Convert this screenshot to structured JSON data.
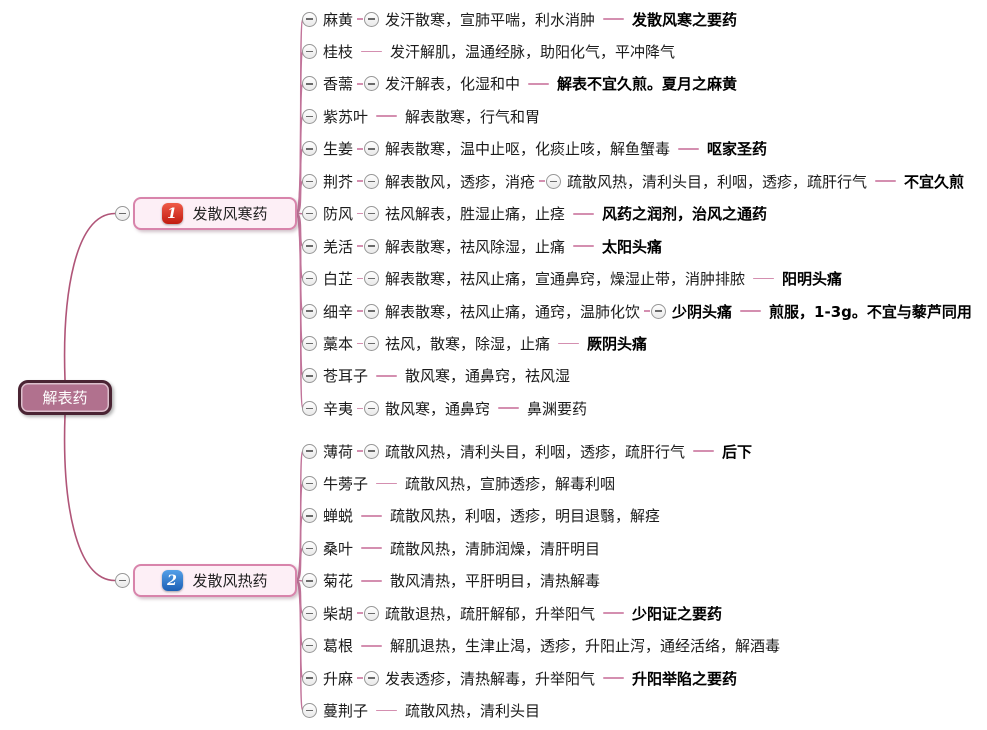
{
  "colors": {
    "background": "#ffffff",
    "root-fill": "#b1718e",
    "root-border": "#4a2433",
    "branch-fill": "#fdeff6",
    "branch-border": "#d884ab",
    "badge-1": "#d9251c",
    "badge-2": "#2f6fc4",
    "curve": "#b05578",
    "fan": "#c17399",
    "dash": "#d48fb0",
    "icon-border": "#979797",
    "icon-glyph": "#6a6a6a",
    "text": "#1b1b1b",
    "bold-text": "#000000"
  },
  "root": {
    "label": "解表药"
  },
  "icons": {
    "collapse": "minus-circle-icon"
  },
  "branches": [
    {
      "badge": "1",
      "badge_style": "red",
      "label": "发散风寒药",
      "children": [
        {
          "name": "麻黄",
          "parts": [
            {
              "connector": "icon"
            },
            {
              "text": "发汗散寒，宣肺平喘，利水消肿"
            },
            {
              "connector": "dash"
            },
            {
              "text": "发散风寒之要药",
              "bold": true
            }
          ]
        },
        {
          "name": "桂枝",
          "parts": [
            {
              "connector": "dash"
            },
            {
              "text": "发汗解肌，温通经脉，助阳化气，平冲降气"
            }
          ]
        },
        {
          "name": "香薷",
          "parts": [
            {
              "connector": "icon"
            },
            {
              "text": "发汗解表，化湿和中"
            },
            {
              "connector": "dash"
            },
            {
              "text": "解表不宜久煎。夏月之麻黄",
              "bold": true
            }
          ]
        },
        {
          "name": "紫苏叶",
          "parts": [
            {
              "connector": "dash"
            },
            {
              "text": "解表散寒，行气和胃"
            }
          ]
        },
        {
          "name": "生姜",
          "parts": [
            {
              "connector": "icon"
            },
            {
              "text": "解表散寒，温中止呕，化痰止咳，解鱼蟹毒"
            },
            {
              "connector": "dash"
            },
            {
              "text": "呕家圣药",
              "bold": true
            }
          ]
        },
        {
          "name": "荆芥",
          "parts": [
            {
              "connector": "icon"
            },
            {
              "text": "解表散风，透疹，消疮"
            },
            {
              "connector": "icon"
            },
            {
              "text": "疏散风热，清利头目，利咽，透疹，疏肝行气"
            },
            {
              "connector": "dash"
            },
            {
              "text": "不宜久煎",
              "bold": true
            }
          ]
        },
        {
          "name": "防风",
          "parts": [
            {
              "connector": "icon"
            },
            {
              "text": "祛风解表，胜湿止痛，止痉"
            },
            {
              "connector": "dash"
            },
            {
              "text": "风药之润剂，治风之通药",
              "bold": true
            }
          ]
        },
        {
          "name": "羌活",
          "parts": [
            {
              "connector": "icon"
            },
            {
              "text": "解表散寒，祛风除湿，止痛"
            },
            {
              "connector": "dash"
            },
            {
              "text": "太阳头痛",
              "bold": true
            }
          ]
        },
        {
          "name": "白芷",
          "parts": [
            {
              "connector": "icon"
            },
            {
              "text": "解表散寒，祛风止痛，宣通鼻窍，燥湿止带，消肿排脓"
            },
            {
              "connector": "dash"
            },
            {
              "text": "阳明头痛",
              "bold": true
            }
          ]
        },
        {
          "name": "细辛",
          "parts": [
            {
              "connector": "icon"
            },
            {
              "text": "解表散寒，祛风止痛，通窍，温肺化饮"
            },
            {
              "connector": "icon"
            },
            {
              "text": "少阴头痛",
              "bold": true
            },
            {
              "connector": "dash"
            },
            {
              "text": "煎服，1-3g。不宜与藜芦同用",
              "bold": true
            }
          ]
        },
        {
          "name": "藁本",
          "parts": [
            {
              "connector": "icon"
            },
            {
              "text": "祛风，散寒，除湿，止痛"
            },
            {
              "connector": "dash"
            },
            {
              "text": "厥阴头痛",
              "bold": true
            }
          ]
        },
        {
          "name": "苍耳子",
          "parts": [
            {
              "connector": "dash"
            },
            {
              "text": "散风寒，通鼻窍，祛风湿"
            }
          ]
        },
        {
          "name": "辛夷",
          "parts": [
            {
              "connector": "icon"
            },
            {
              "text": "散风寒，通鼻窍"
            },
            {
              "connector": "dash"
            },
            {
              "text": "鼻渊要药"
            }
          ]
        }
      ]
    },
    {
      "badge": "2",
      "badge_style": "blue",
      "label": "发散风热药",
      "children": [
        {
          "name": "薄荷",
          "parts": [
            {
              "connector": "icon"
            },
            {
              "text": "疏散风热，清利头目，利咽，透疹，疏肝行气"
            },
            {
              "connector": "dash"
            },
            {
              "text": "后下",
              "bold": true
            }
          ]
        },
        {
          "name": "牛蒡子",
          "parts": [
            {
              "connector": "dash"
            },
            {
              "text": "疏散风热，宣肺透疹，解毒利咽"
            }
          ]
        },
        {
          "name": "蝉蜕",
          "parts": [
            {
              "connector": "dash"
            },
            {
              "text": "疏散风热，利咽，透疹，明目退翳，解痉"
            }
          ]
        },
        {
          "name": "桑叶",
          "parts": [
            {
              "connector": "dash"
            },
            {
              "text": "疏散风热，清肺润燥，清肝明目"
            }
          ]
        },
        {
          "name": "菊花",
          "parts": [
            {
              "connector": "dash"
            },
            {
              "text": "散风清热，平肝明目，清热解毒"
            }
          ]
        },
        {
          "name": "柴胡",
          "parts": [
            {
              "connector": "icon"
            },
            {
              "text": "疏散退热，疏肝解郁，升举阳气"
            },
            {
              "connector": "dash"
            },
            {
              "text": "少阳证之要药",
              "bold": true
            }
          ]
        },
        {
          "name": "葛根",
          "parts": [
            {
              "connector": "dash"
            },
            {
              "text": "解肌退热，生津止渴，透疹，升阳止泻，通经活络，解酒毒"
            }
          ]
        },
        {
          "name": "升麻",
          "parts": [
            {
              "connector": "icon"
            },
            {
              "text": "发表透疹，清热解毒，升举阳气"
            },
            {
              "connector": "dash"
            },
            {
              "text": "升阳举陷之要药",
              "bold": true
            }
          ]
        },
        {
          "name": "蔓荆子",
          "parts": [
            {
              "connector": "dash"
            },
            {
              "text": "疏散风热，清利头目"
            }
          ]
        }
      ]
    }
  ]
}
